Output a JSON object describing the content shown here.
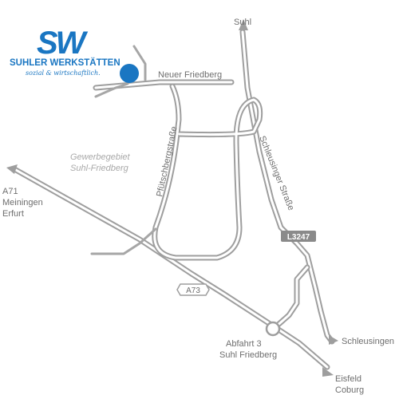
{
  "brand": {
    "logo_letters": "SW",
    "name": "SUHLER WERKSTÄTTEN",
    "tagline": "sozial & wirtschaftlich.",
    "color": "#1a76c2"
  },
  "labels": {
    "suhl": "Suhl",
    "neuer_friedberg": "Neuer Friedberg",
    "pfuetschbergstrasse": "Pfütschbergstraße",
    "schleusinger_strasse": "Schleusinger Straße",
    "gewerbegebiet_line1": "Gewerbegebiet",
    "gewerbegebiet_line2": "Suhl-Friedberg",
    "a71_line1": "A71",
    "a71_line2": "Meiningen",
    "a71_line3": "Erfurt",
    "l3247": "L3247",
    "a73": "A73",
    "exit_line1": "Abfahrt 3",
    "exit_line2": "Suhl Friedberg",
    "schleusingen": "Schleusingen",
    "eisfeld": "Eisfeld",
    "coburg": "Coburg"
  },
  "colors": {
    "road": "#9e9e9e",
    "label": "#6e6e6e",
    "marker": "#1a76c2",
    "shield_bg": "#8a8a8a"
  }
}
